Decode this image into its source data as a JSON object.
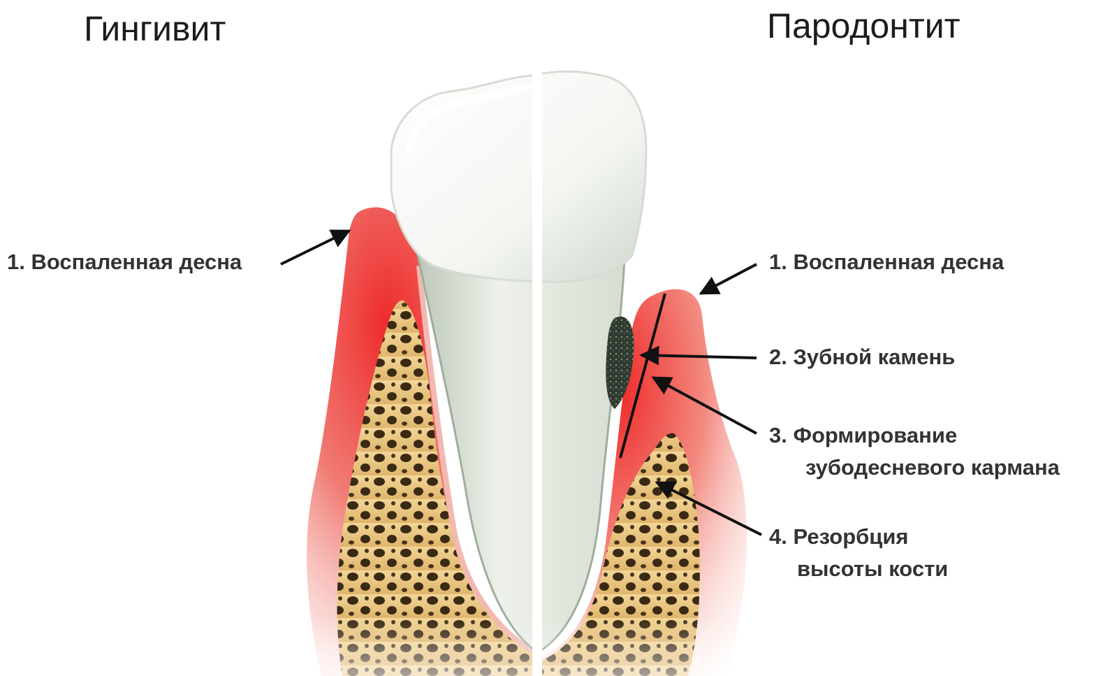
{
  "titles": {
    "left": "Гингивит",
    "right": "Пародонтит"
  },
  "labels": {
    "left": [
      {
        "number": "1.",
        "text": "Воспаленная десна"
      }
    ],
    "right": [
      {
        "number": "1.",
        "text": "Воспаленная десна"
      },
      {
        "number": "2.",
        "text": "Зубной камень"
      },
      {
        "number": "3.",
        "line1": "Формирование",
        "line2": "зубодесневого кармана"
      },
      {
        "number": "4.",
        "line1": "Резорбция",
        "line2": "высоты кости"
      }
    ]
  },
  "colors": {
    "gum": "#e8282a",
    "gum_light": "#f6b9b2",
    "bone": "#e8c98a",
    "bone_pores": "#3a2a14",
    "enamel": "#ffffff",
    "root": "#dfe6dc",
    "calculus": "#2f3a30",
    "arrow": "#111111",
    "text": "#333333"
  }
}
